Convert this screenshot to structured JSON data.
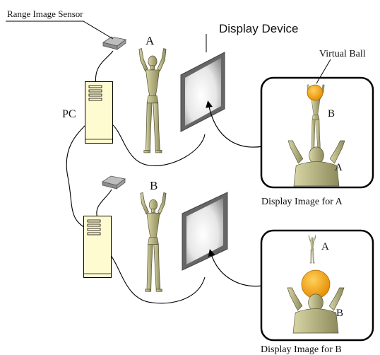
{
  "labels": {
    "sensor": "Range Image Sensor",
    "display_device": "Display Device",
    "pc": "PC",
    "person_a": "A",
    "person_b": "B",
    "virtual_ball": "Virtual Ball",
    "panel_a_upper_person": "B",
    "panel_a_lower_person": "A",
    "panel_b_upper_person": "A",
    "panel_b_lower_person": "B",
    "caption_a": "Display Image for A",
    "caption_b": "Display Image for B"
  },
  "colors": {
    "figure": "#b8b583",
    "figure_shadow": "#6f6c45",
    "ball": "#f2a50a",
    "pc": "#fffbd1",
    "screen_frame": "#666666"
  }
}
